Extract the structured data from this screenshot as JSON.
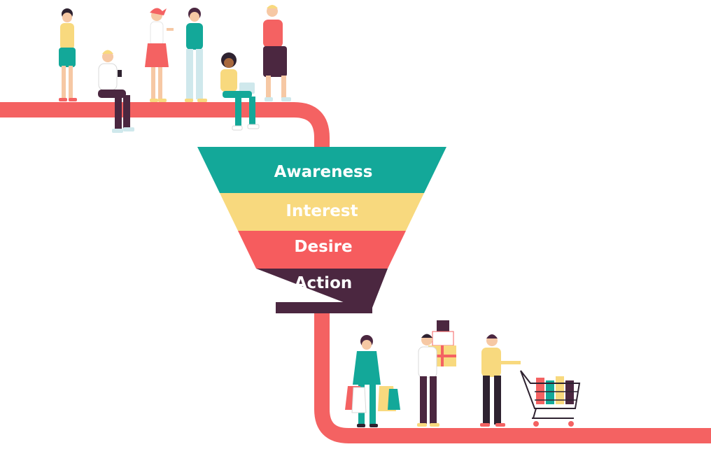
{
  "funnel": {
    "stages": [
      {
        "label": "Awareness",
        "color": "#13A899"
      },
      {
        "label": "Interest",
        "color": "#F8D97E"
      },
      {
        "label": "Desire",
        "color": "#F65C5E"
      },
      {
        "label": "Action",
        "color": "#4B2740"
      }
    ]
  },
  "colors": {
    "path": "#F46262",
    "skin": "#F6C8A4",
    "teal": "#13A899",
    "yellow": "#F8D97E",
    "coral": "#F65C5E",
    "plum": "#4B2740",
    "light_blue": "#CFE8EC",
    "dark": "#2E2230"
  },
  "illustrations": {
    "top_group": [
      "person-standing-teal",
      "person-sitting-phone",
      "person-standing-red-skirt",
      "person-standing-teal-shirt",
      "person-sitting-laptop",
      "person-standing-red-shirt"
    ],
    "bottom_group": [
      "person-shopping-bags",
      "person-carrying-gifts",
      "person-pushing-cart",
      "shopping-cart"
    ]
  }
}
